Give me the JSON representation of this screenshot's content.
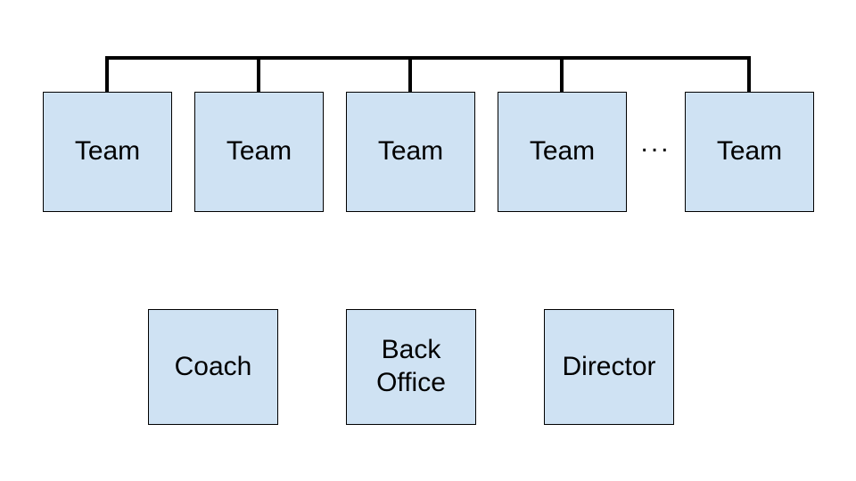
{
  "diagram": {
    "background_color": "#ffffff",
    "connector_color": "#000000",
    "node_fill_color": "#cfe2f3",
    "node_border_color": "#000000",
    "text_color": "#000000",
    "top_row": {
      "items": [
        {
          "label": "Team"
        },
        {
          "label": "Team"
        },
        {
          "label": "Team"
        },
        {
          "label": "Team"
        },
        {
          "label": "Team"
        }
      ],
      "ellipsis": "..."
    },
    "bottom_row": {
      "items": [
        {
          "label": "Coach"
        },
        {
          "label": "Back Office"
        },
        {
          "label": "Director"
        }
      ]
    }
  }
}
